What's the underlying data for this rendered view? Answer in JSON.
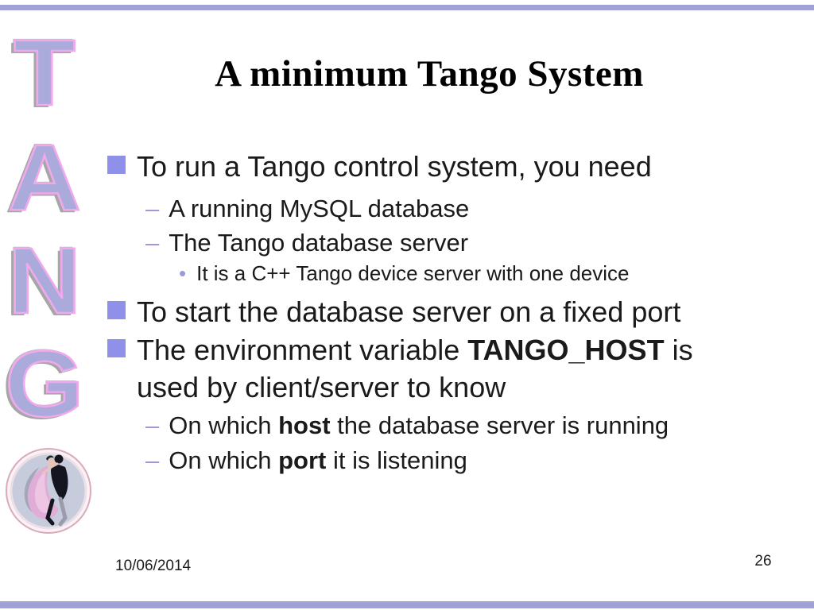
{
  "slide": {
    "title": "A minimum Tango System",
    "date": "10/06/2014",
    "page_number": "26"
  },
  "decor": {
    "tango_letters": [
      "T",
      "A",
      "N",
      "G"
    ],
    "logo_name": "tango-dancers-logo",
    "bar_color": "#a1a1d6",
    "bullet_square_color": "#8f90e9",
    "bullet_marker_color": "#9a9ade"
  },
  "icons": {
    "dash": "–",
    "dot": "•"
  },
  "bullets": {
    "b1": {
      "text": "To run a Tango control system, you need"
    },
    "b2": {
      "text": "A running MySQL database"
    },
    "b3": {
      "text": "The Tango database server"
    },
    "b4": {
      "text": "It is a C++ Tango device server with one device"
    },
    "b5": {
      "text": "To start the database server on a fixed port"
    },
    "b6": {
      "pre": "The environment variable ",
      "bold": "TANGO_HOST",
      "post": " is",
      "line2": "used by client/server to know"
    },
    "b7": {
      "pre": "On which ",
      "bold": "host",
      "post": " the database server is running"
    },
    "b8": {
      "pre": "On which ",
      "bold": "port",
      "post": " it is listening"
    }
  }
}
